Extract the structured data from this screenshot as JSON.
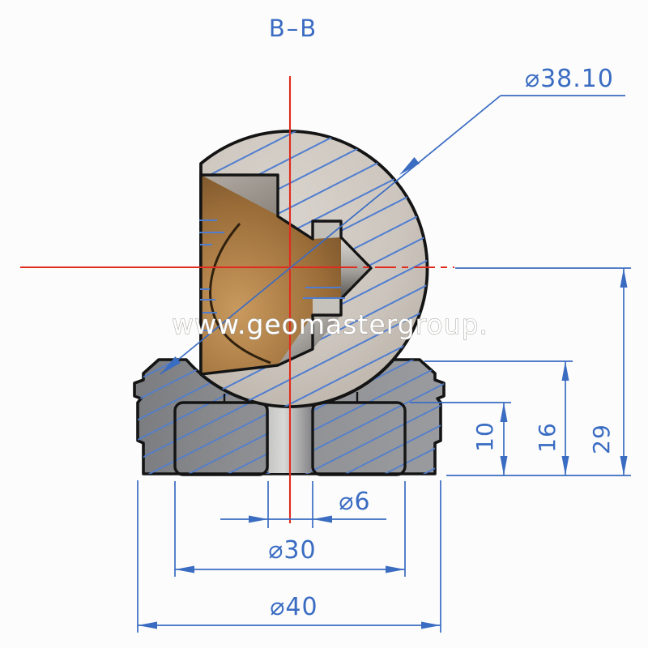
{
  "title": {
    "section_label": "B–B"
  },
  "watermark": {
    "text": "www.geomastergroup."
  },
  "drawing": {
    "type": "cross-section technical drawing of a ball transfer unit (ball seated in housing)",
    "dimensions": {
      "ball_diameter": {
        "label": "⌀38.10",
        "value": 38.1,
        "kind": "diameter"
      },
      "bore_diameter": {
        "label": "⌀6",
        "value": 6,
        "kind": "diameter"
      },
      "pocket_diameter": {
        "label": "⌀30",
        "value": 30,
        "kind": "diameter"
      },
      "base_diameter": {
        "label": "⌀40",
        "value": 40,
        "kind": "diameter"
      },
      "pocket_depth": {
        "label": "10",
        "value": 10,
        "kind": "linear"
      },
      "housing_height": {
        "label": "16",
        "value": 16,
        "kind": "linear"
      },
      "center_height": {
        "label": "29",
        "value": 29,
        "kind": "linear"
      }
    },
    "colors": {
      "dimension_blue": "#3a6cc2",
      "hatch_blue": "#4f7dd0",
      "centerline_red": "#e02b1e",
      "ball_gray": "#ccc5bd",
      "housing_gray": "#8d8e91",
      "bronze": "#9c6f3e",
      "outline_black": "#141414",
      "background": "#fcfcfc"
    }
  }
}
